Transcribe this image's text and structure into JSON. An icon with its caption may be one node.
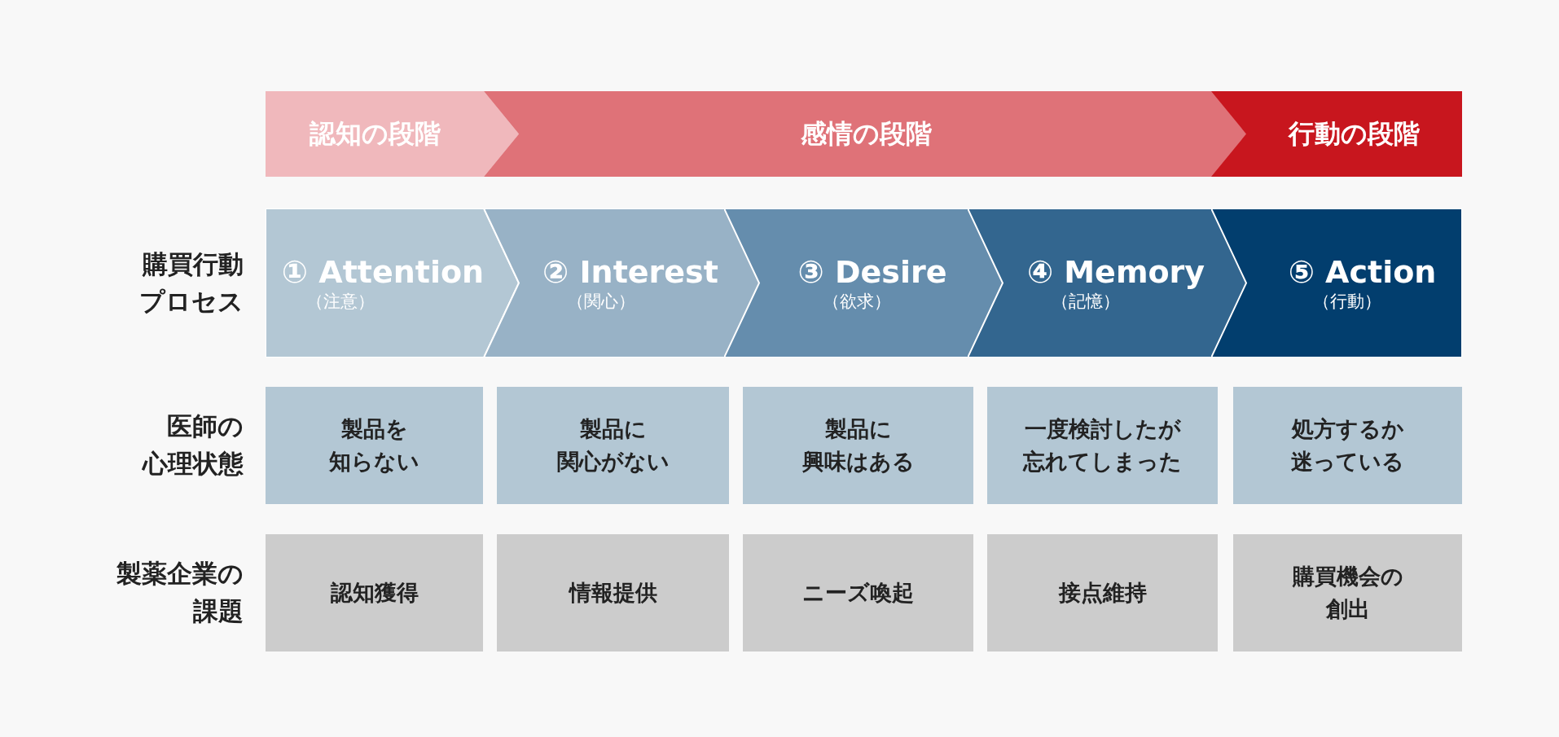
{
  "diagram": {
    "nodes": [
      {
        "text": [
          "認知の段階"
        ]
      },
      {
        "text": [
          "感情の段階"
        ]
      },
      {
        "text": [
          "行動の段階"
        ]
      },
      {
        "text": [
          "① Attention",
          "（注意）"
        ]
      },
      {
        "text": [
          "② Interest",
          "（関心）"
        ]
      },
      {
        "text": [
          "③ Desire",
          "（欲求）"
        ]
      },
      {
        "text": [
          "④ Memory",
          "（記憶）"
        ]
      },
      {
        "text": [
          "⑤ Action",
          "（行動）"
        ]
      },
      {
        "text": [
          "製品を知らない"
        ]
      },
      {
        "text": [
          "製品に関心がない"
        ]
      },
      {
        "text": [
          "製品に興味はある"
        ]
      },
      {
        "text": [
          "一度検討したが忘れてしまった"
        ]
      },
      {
        "text": [
          "処方するか迷っている"
        ]
      },
      {
        "text": [
          "認知獲得"
        ]
      },
      {
        "text": [
          "情報提供"
        ]
      },
      {
        "text": [
          "ニーズ喚起"
        ]
      },
      {
        "text": [
          "接点維持"
        ]
      },
      {
        "text": [
          "購買機会の創出"
        ]
      }
    ],
    "labels": [
      "購買行動プロセス",
      "医師の心理状態",
      "製薬企業の課題"
    ]
  }
}
